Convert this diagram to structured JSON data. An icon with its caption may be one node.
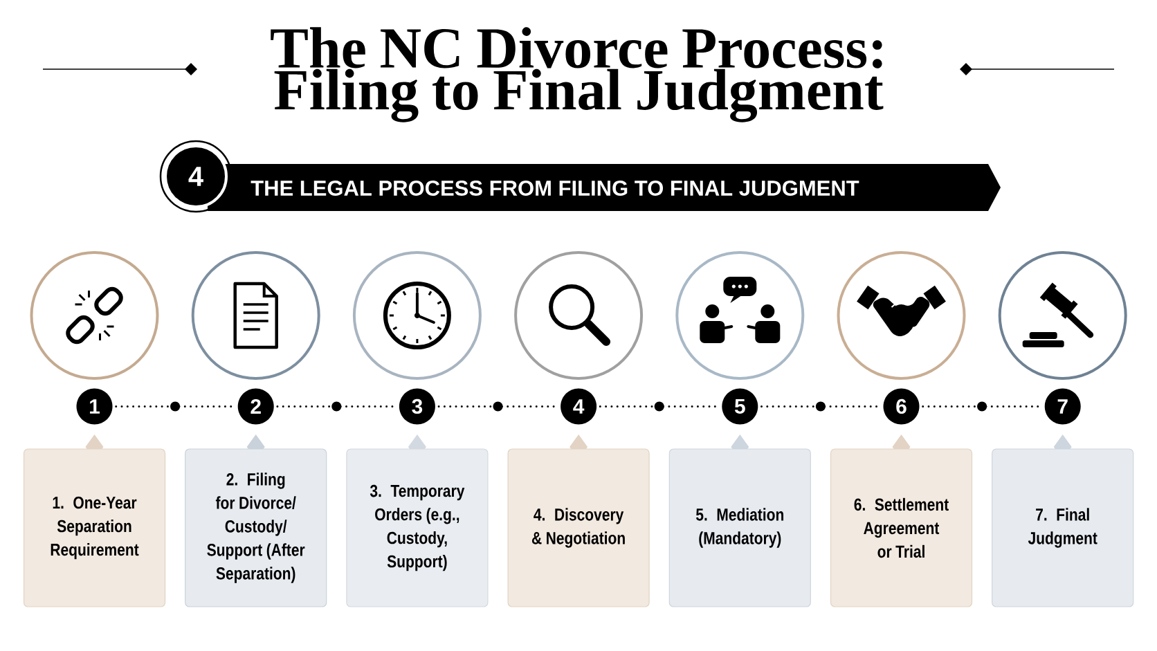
{
  "diagram": {
    "title": "The NC Divorce Process: Filing to Final Judgment",
    "nodes": [
      {
        "text": [
          "4"
        ]
      },
      {
        "text": [
          "THE LEGAL PROCESS FROM FILING TO FINAL JUDGMENT"
        ]
      },
      {
        "text": [
          "1"
        ]
      },
      {
        "text": [
          "2"
        ]
      },
      {
        "text": [
          "3"
        ]
      },
      {
        "text": [
          "4"
        ]
      },
      {
        "text": [
          "5"
        ]
      },
      {
        "text": [
          "6"
        ]
      },
      {
        "text": [
          "7"
        ]
      },
      {
        "text": [
          "1. One-Year Separation Requirement"
        ]
      },
      {
        "text": [
          "2. Filing for Divorce/ Custody/ Support (After Separation)"
        ]
      },
      {
        "text": [
          "3. Temporary Orders (e.g., Custody, Support)"
        ]
      },
      {
        "text": [
          "4. Discovery & Negotiation"
        ]
      },
      {
        "text": [
          "5. Mediation (Mandatory)"
        ]
      },
      {
        "text": [
          "6. Settlement Agreement or Trial"
        ]
      },
      {
        "text": [
          "7. Final Judgment"
        ]
      }
    ],
    "edges": [
      {
        "from": 2,
        "to": 3,
        "arrow": "none"
      },
      {
        "from": 3,
        "to": 4,
        "arrow": "none"
      },
      {
        "from": 4,
        "to": 5,
        "arrow": "none"
      },
      {
        "from": 5,
        "to": 6,
        "arrow": "none"
      },
      {
        "from": 6,
        "to": 7,
        "arrow": "none"
      },
      {
        "from": 7,
        "to": 8,
        "arrow": "none"
      }
    ]
  }
}
